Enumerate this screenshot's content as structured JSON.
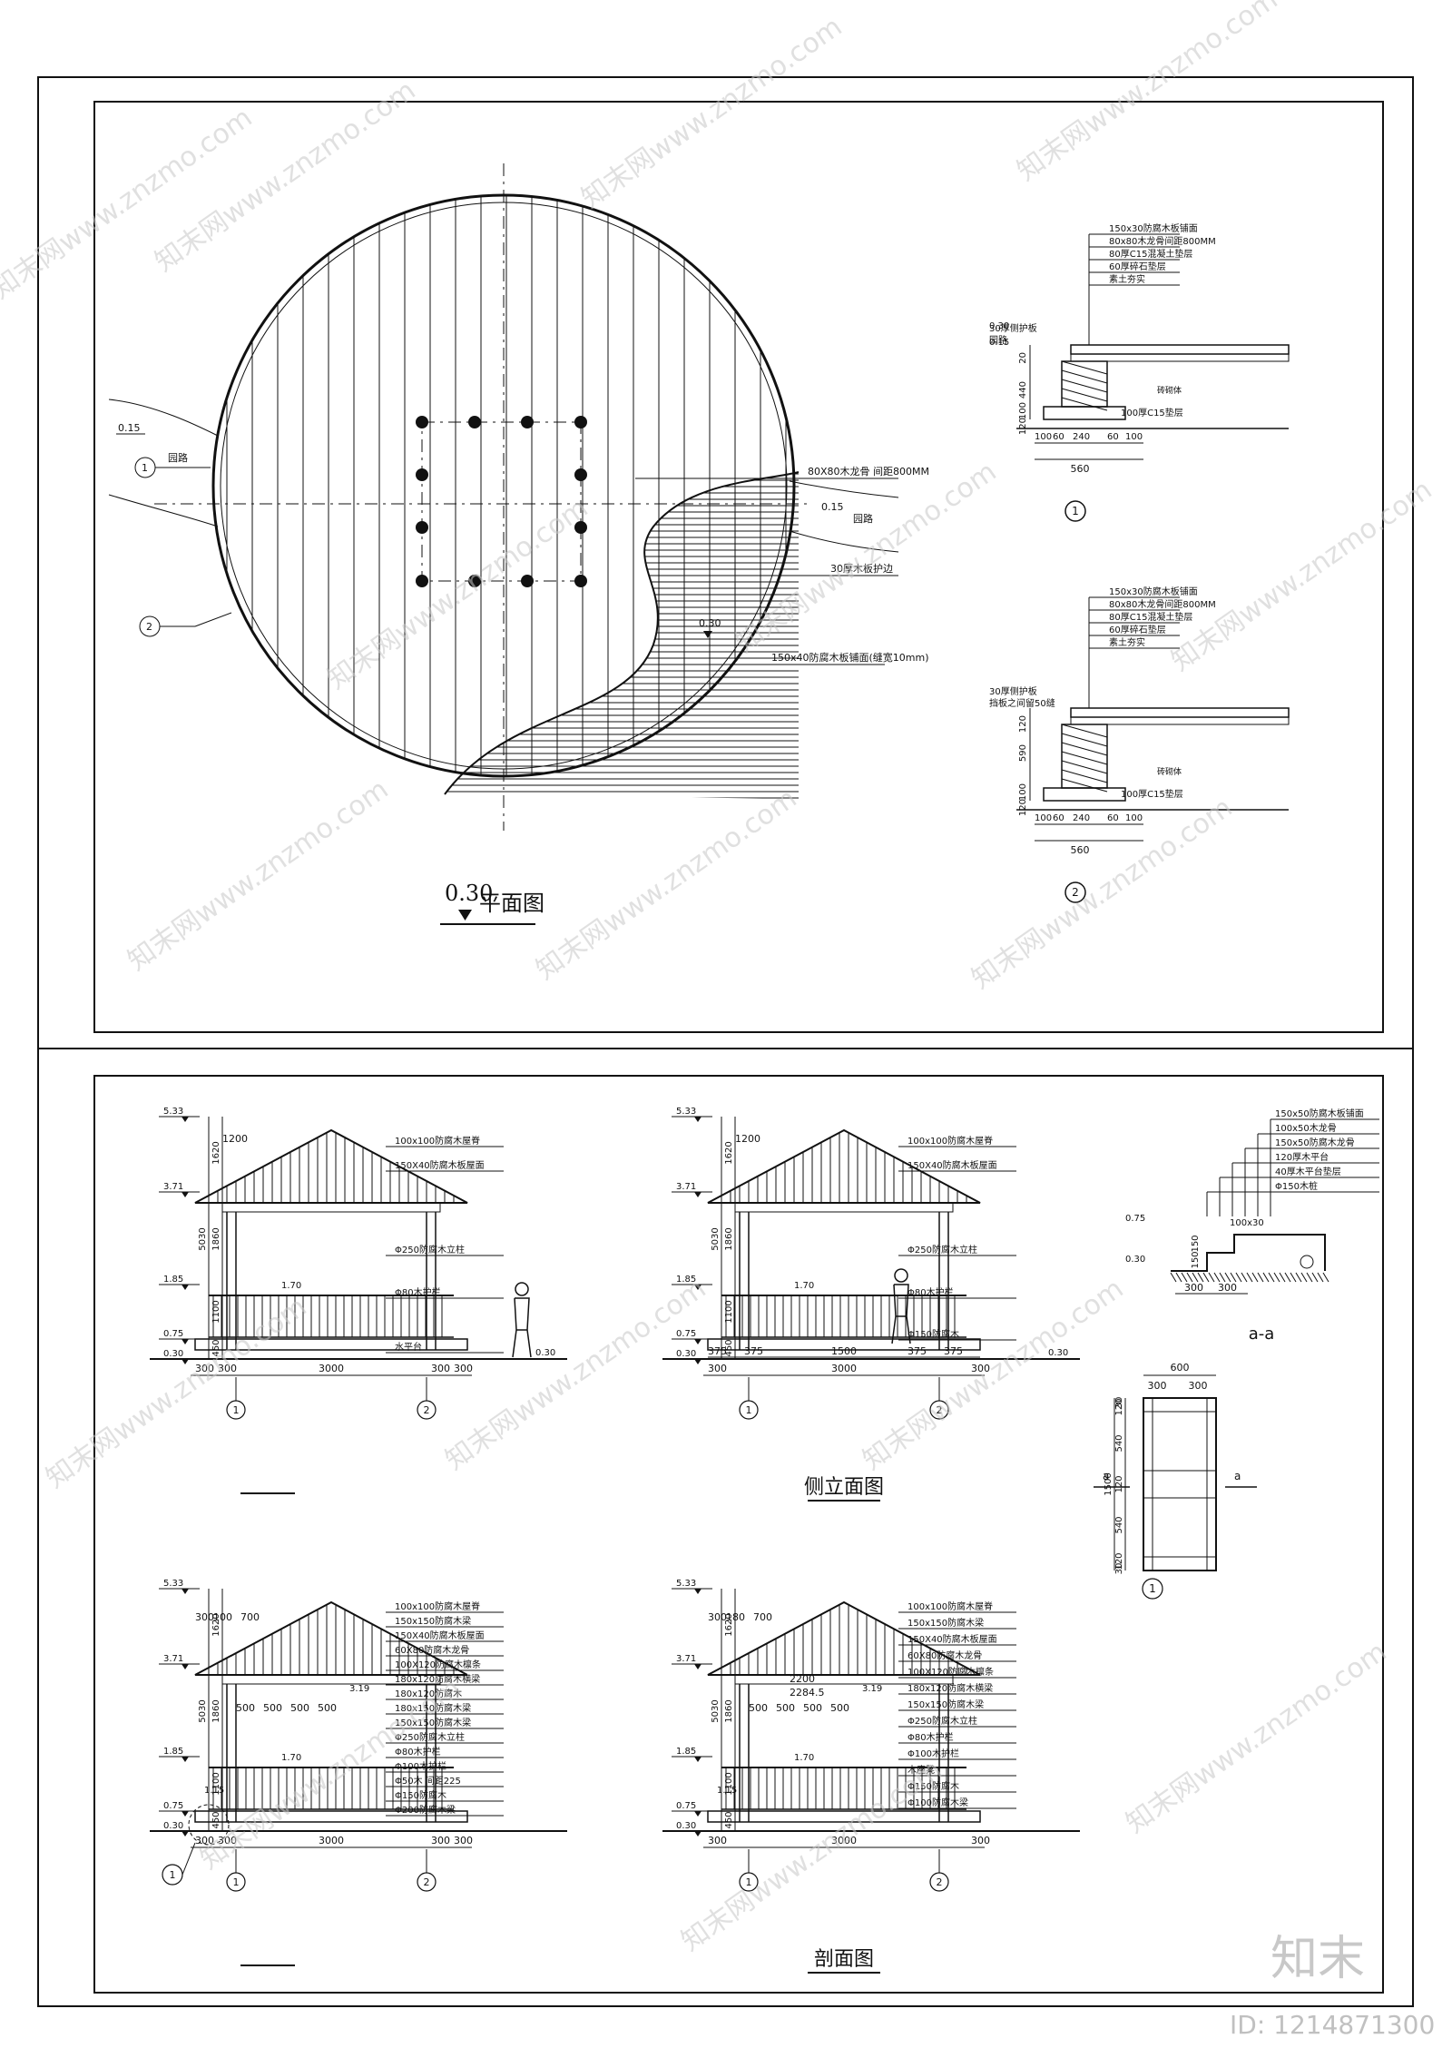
{
  "sheet_top": {
    "plan": {
      "title": "平面图",
      "level_mark": "0.30",
      "left_level": "0.15",
      "right_level": "0.15",
      "inner_level": "0.30",
      "left_note": "园路",
      "right_note": "园路",
      "callout_1": "1",
      "callout_2": "2",
      "note_joist": "80X80木龙骨 间距800MM",
      "note_curb": "30厚木板护边",
      "note_deck": "150x40防腐木板铺面(缝宽10mm)"
    },
    "detail1": {
      "layers": [
        "150x30防腐木板铺面",
        "80x80木龙骨间距800MM",
        "80厚C15混凝土垫层",
        "60厚碎石垫层",
        "素土夯实"
      ],
      "levels": [
        "0.30",
        "0.15"
      ],
      "side_note": "30厚侧护板",
      "side_note2": "园路",
      "dims_v": [
        "20",
        "440",
        "100",
        "120"
      ],
      "dims_h": [
        "100",
        "60",
        "240",
        "60",
        "100"
      ],
      "total": "560",
      "bottom_note": "100厚C15垫层",
      "wall_note": "砖砌体",
      "id": "1"
    },
    "detail2": {
      "layers": [
        "150x30防腐木板铺面",
        "80x80木龙骨间距800MM",
        "80厚C15混凝土垫层",
        "60厚碎石垫层",
        "素土夯实"
      ],
      "side_note": "30厚侧护板",
      "side_note2": "挡板之间留50缝",
      "dims_v": [
        "120",
        "590",
        "100",
        "120"
      ],
      "dims_h": [
        "100",
        "60",
        "240",
        "60",
        "100"
      ],
      "total": "560",
      "bottom_note": "100厚C15垫层",
      "wall_note": "砖砌体",
      "id": "2"
    }
  },
  "sheet_bottom": {
    "levels": [
      "5.33",
      "3.71",
      "1.85",
      "0.75",
      "0.30"
    ],
    "height_dims": [
      "1620",
      "1860",
      "1100",
      "450"
    ],
    "total_height": "5030",
    "front_elev": {
      "labels": [
        "100x100防腐木屋脊",
        "150X40防腐木板屋面",
        "Φ250防腐木立柱",
        "Φ80木护栏",
        "水平台"
      ],
      "eave": "1200",
      "seat_level": "1.70",
      "ground_level": "0.30",
      "dims": [
        "300",
        "300",
        "3000",
        "300",
        "300"
      ],
      "axes": [
        "1",
        "2"
      ]
    },
    "side_elev": {
      "title": "侧立面图",
      "labels": [
        "100x100防腐木屋脊",
        "150X40防腐木板屋面",
        "Φ250防腐木立柱",
        "Φ80木护栏",
        "Φ150防腐木"
      ],
      "eave": "1200",
      "seat_level": "1.70",
      "ground_level": "0.30",
      "dims_top": [
        "375",
        "375",
        "1500",
        "375",
        "375"
      ],
      "dims": [
        "300",
        "3000",
        "300"
      ],
      "axes": [
        "1",
        "2"
      ]
    },
    "section_a": {
      "labels": [
        "100x100防腐木屋脊",
        "150x150防腐木梁",
        "150X40防腐木板屋面",
        "60X80防腐木龙骨",
        "100X120防腐木檩条",
        "180x120防腐木横梁",
        "180x120防腐木",
        "180x150防腐木梁",
        "150x150防腐木梁",
        "Φ250防腐木立柱",
        "Φ80木护栏",
        "Φ100木护栏",
        "Φ50木 间距225",
        "Φ150防腐木",
        "Φ200防腐木梁"
      ],
      "top_dims": [
        "300",
        "100",
        "700"
      ],
      "mid_dims": [
        "500",
        "500",
        "500",
        "500"
      ],
      "ridge_level": "3.19",
      "seat_level": "1.70",
      "floor_level": "1.15",
      "dims": [
        "300",
        "300",
        "3000",
        "300",
        "300"
      ],
      "axes": [
        "1",
        "2"
      ],
      "callout": "1"
    },
    "section_b": {
      "title": "剖面图",
      "labels": [
        "100x100防腐木屋脊",
        "150x150防腐木梁",
        "150X40防腐木板屋面",
        "60X80防腐木龙骨",
        "100X120防腐木檩条",
        "180x120防腐木横梁",
        "150x150防腐木梁",
        "Φ250防腐木立柱",
        "Φ80木护栏",
        "Φ100木护栏",
        "木座凳",
        "Φ150防腐木",
        "Φ100防腐木梁"
      ],
      "top_dims": [
        "300",
        "180",
        "700"
      ],
      "inner_dims": [
        "2200",
        "2284.5"
      ],
      "mid_dims": [
        "500",
        "500",
        "500",
        "500"
      ],
      "ridge_level": "3.19",
      "seat_level": "1.70",
      "floor_level": "1.15",
      "dims": [
        "300",
        "3000",
        "300"
      ],
      "axes": [
        "1",
        "2"
      ]
    },
    "step_detail": {
      "title": "a-a",
      "labels": [
        "150x50防腐木板铺面",
        "100x50木龙骨",
        "150x50防腐木龙骨",
        "120厚木平台",
        "40厚木平台垫层",
        "Φ150木桩"
      ],
      "levels": [
        "0.75",
        "0.30"
      ],
      "dims_v": [
        "150",
        "150"
      ],
      "step": "100x30",
      "dims": [
        "300",
        "300"
      ]
    },
    "plan_detail": {
      "width": "600",
      "half_dims": [
        "300",
        "300"
      ],
      "dims_v": [
        "30",
        "120",
        "540",
        "120",
        "540",
        "120",
        "30"
      ],
      "total": "1500",
      "section_marks": [
        "a",
        "a"
      ],
      "id": "1"
    }
  },
  "watermark": {
    "text": "知末网www.znzmo.com",
    "brand": "知末",
    "id_label": "ID: 1214871300"
  }
}
